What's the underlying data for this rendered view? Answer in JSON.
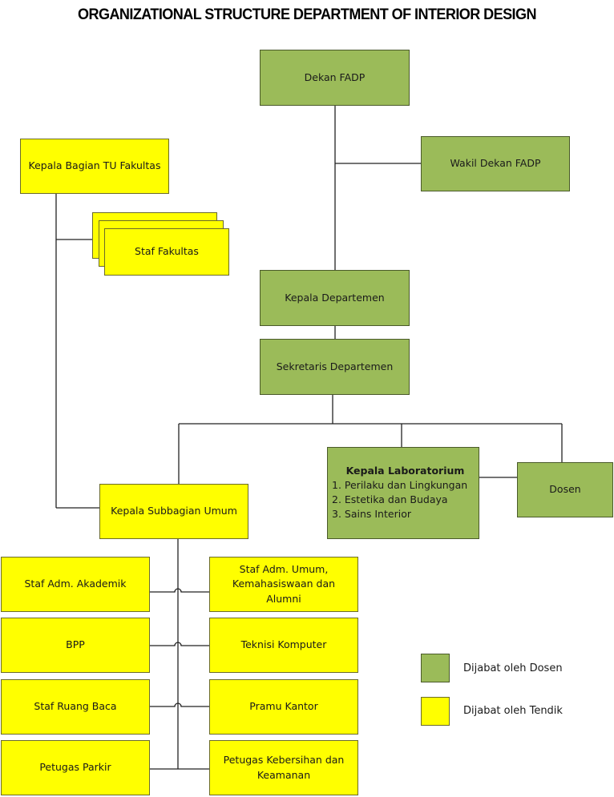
{
  "title": "ORGANIZATIONAL STRUCTURE DEPARTMENT OF INTERIOR DESIGN",
  "colors": {
    "dosen": "#9bbb59",
    "tendik": "#ffff00"
  },
  "nodes": {
    "dekan": "Dekan FADP",
    "wakil_dekan": "Wakil Dekan FADP",
    "kepala_bagian_tu": "Kepala Bagian TU Fakultas",
    "staf_fakultas": "Staf Fakultas",
    "kepala_departemen": "Kepala Departemen",
    "sekretaris_departemen": "Sekretaris Departemen",
    "kepala_laboratorium": {
      "title": "Kepala Laboratorium",
      "items": [
        "1. Perilaku dan Lingkungan",
        "2. Estetika dan Budaya",
        "3. Sains Interior"
      ]
    },
    "dosen": "Dosen",
    "kepala_subbagian_umum": "Kepala Subbagian Umum",
    "staff_left": [
      "Staf Adm. Akademik",
      "BPP",
      "Staf Ruang Baca",
      "Petugas Parkir"
    ],
    "staff_right": [
      "Staf Adm. Umum, Kemahasiswaan dan Alumni",
      "Teknisi Komputer",
      "Pramu Kantor",
      "Petugas Kebersihan dan Keamanan"
    ]
  },
  "legend": [
    {
      "label": "Dijabat oleh Dosen",
      "color": "#9bbb59"
    },
    {
      "label": "Dijabat oleh Tendik",
      "color": "#ffff00"
    }
  ]
}
